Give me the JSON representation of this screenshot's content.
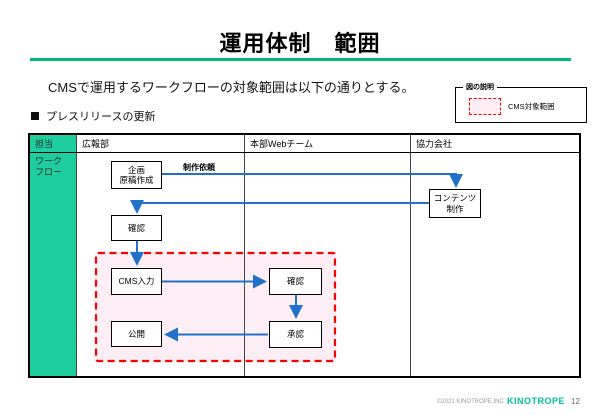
{
  "slide": {
    "title": "運用体制　範囲",
    "intro": "CMSで運用するワークフローの対象範囲は以下の通りとする。",
    "section": "プレスリリースの更新",
    "footer": {
      "copyright": "©2021 KINOTROPE,INC",
      "logo": "KINOTROPE",
      "page_number": "12"
    }
  },
  "legend": {
    "title": "図の説明",
    "cms_scope_label": "CMS対象範囲"
  },
  "table": {
    "corner_header": "担当",
    "row_header": "ワーク\nフロー",
    "columns": [
      "広報部",
      "本部Webチーム",
      "協力会社"
    ]
  },
  "workflow": {
    "request_label": "制作依頼",
    "boxes": {
      "plan": "企画\n原稿作成",
      "content_create": "コンテンツ\n制作",
      "check_pr": "確認",
      "cms_input": "CMS入力",
      "check_web": "確認",
      "approve": "承認",
      "publish": "公開"
    }
  },
  "colors": {
    "header_cell_teal": "#1fce9e",
    "title_rule_green": "#00b878",
    "arrow_blue": "#2271c8",
    "cms_area_border_red": "#ff0000",
    "cms_area_fill_pink": "#fdeef5",
    "logo_teal": "#00bfa0"
  }
}
